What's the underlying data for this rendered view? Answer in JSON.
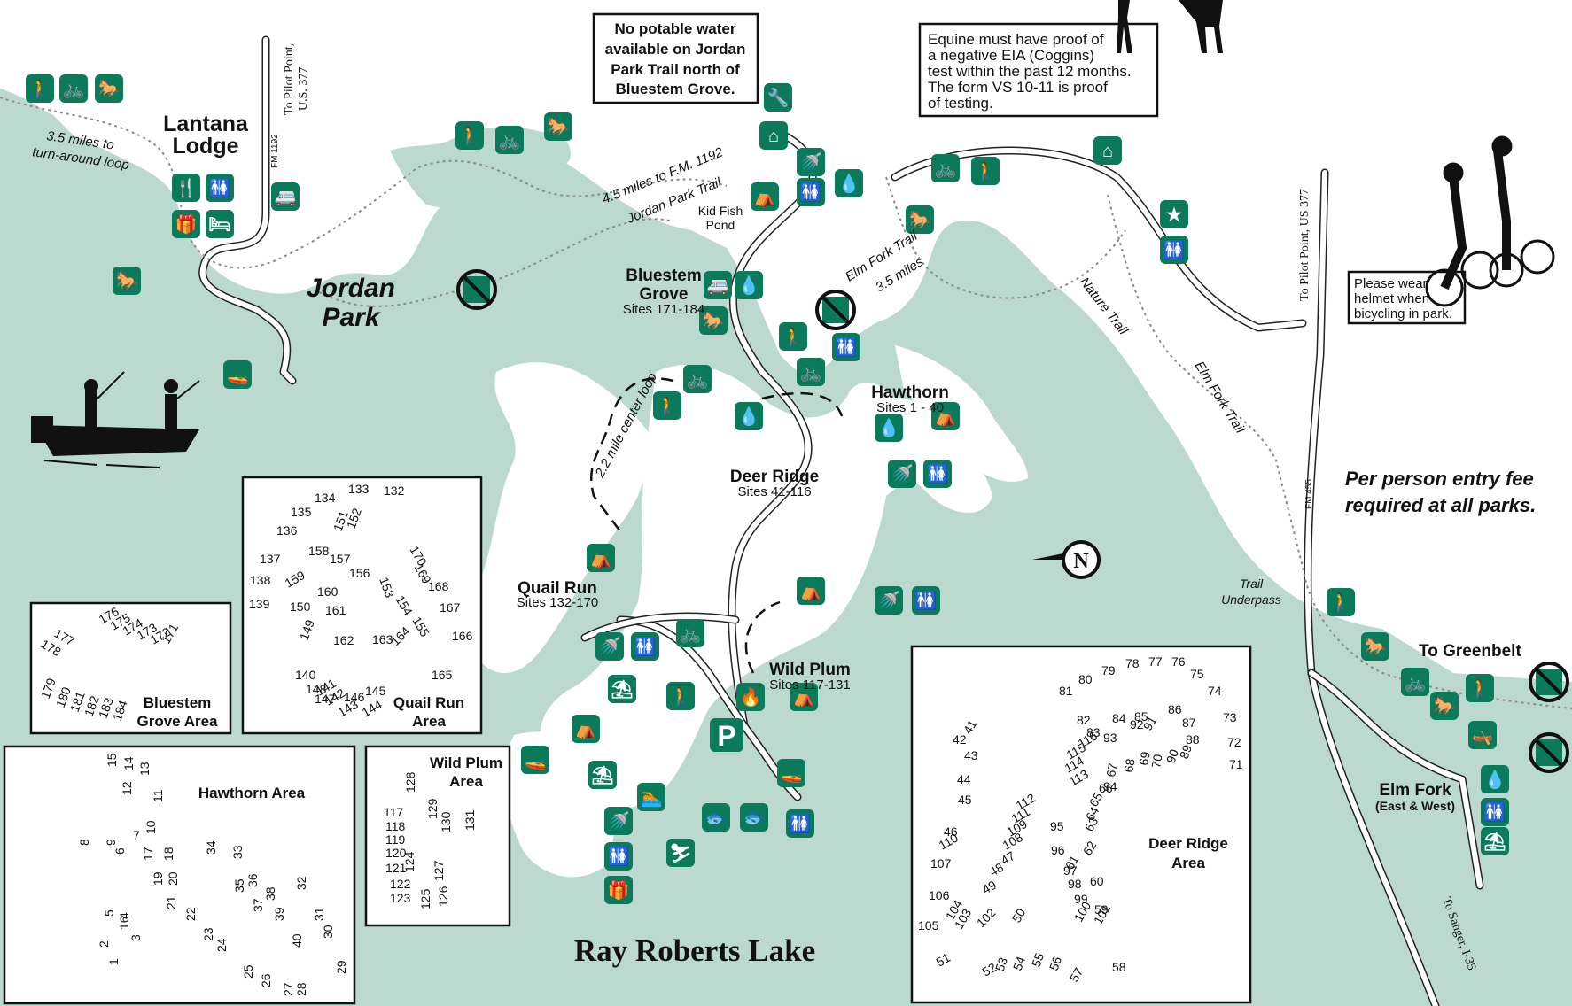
{
  "map": {
    "lake_name": "Ray Roberts Lake",
    "park_name_1": "Jordan",
    "park_name_2": "Park",
    "water_color": "#bcd9cf",
    "icon_color": "#0a7a5a"
  },
  "notes": {
    "water_1": "No potable water",
    "water_2": "available on Jordan",
    "water_3": "Park Trail north of",
    "water_4": "Bluestem Grove.",
    "equine_1": "Equine must have proof of",
    "equine_2": "a negative EIA (Coggins)",
    "equine_3": "test within the past 12 months.",
    "equine_4": "The form VS 10-11 is proof",
    "equine_5": "of testing.",
    "helmet_1": "Please wear",
    "helmet_2": "helmet when",
    "helmet_3": "bicycling in park.",
    "fee_1": "Per person entry fee",
    "fee_2": "required at all parks."
  },
  "places": {
    "lantana_1": "Lantana",
    "lantana_2": "Lodge",
    "bluestem_1": "Bluestem",
    "bluestem_2": "Grove",
    "bluestem_sites": "Sites 171-184",
    "hawthorn": "Hawthorn",
    "hawthorn_sites": "Sites 1 - 40",
    "deer_ridge": "Deer Ridge",
    "deer_ridge_sites": "Sites 41-116",
    "quail_run": "Quail Run",
    "quail_run_sites": "Sites 132-170",
    "wild_plum": "Wild Plum",
    "wild_plum_sites": "Sites 117-131",
    "elm_fork": "Elm Fork",
    "elm_fork_sub": "(East & West)",
    "to_greenbelt": "To Greenbelt",
    "kid_fish_1": "Kid Fish",
    "kid_fish_2": "Pond",
    "trail_underpass_1": "Trail",
    "trail_underpass_2": "Underpass"
  },
  "roads": {
    "fm1192": "FM 1192",
    "fm455": "FM 455",
    "to_pilot_point_1": "To Pilot Point,",
    "to_pilot_point_2": "U.S. 377",
    "to_pilot_point_us377": "To Pilot Point, US 377",
    "to_sanger": "To Sanger, I-35"
  },
  "trails": {
    "loop_1": "3.5 miles to",
    "loop_2": "turn-around loop",
    "fm1192_dist": "4.5 miles to F.M. 1192",
    "jordan_park_trail": "Jordan Park Trail",
    "elm_fork_trail_1": "Elm Fork Trail",
    "elm_fork_trail_2": "3.5 miles",
    "nature_trail": "Nature Trail",
    "elm_fork_trail": "Elm Fork Trail",
    "center_loop": "2.2 mile center loop"
  },
  "compass": {
    "north": "N"
  },
  "insets": {
    "bluestem_1": "Bluestem",
    "bluestem_2": "Grove Area",
    "bluestem_sites": [
      "177",
      "178",
      "176",
      "175",
      "174",
      "173",
      "172",
      "171",
      "179",
      "180",
      "181",
      "182",
      "183",
      "184"
    ],
    "quail_1": "Quail Run",
    "quail_2": "Area",
    "quail_sites": [
      "133",
      "132",
      "134",
      "135",
      "136",
      "152",
      "151",
      "158",
      "157",
      "170",
      "169",
      "168",
      "167",
      "166",
      "165",
      "137",
      "138",
      "139",
      "159",
      "150",
      "160",
      "156",
      "153",
      "154",
      "155",
      "161",
      "149",
      "162",
      "163",
      "164",
      "140",
      "148",
      "147",
      "146",
      "145",
      "141",
      "142",
      "143",
      "144"
    ],
    "hawthorn_title": "Hawthorn Area",
    "hawthorn_sites": [
      "15",
      "14",
      "13",
      "12",
      "11",
      "10",
      "9",
      "8",
      "7",
      "6",
      "17",
      "18",
      "19",
      "20",
      "21",
      "5",
      "4",
      "16",
      "3",
      "2",
      "1",
      "34",
      "33",
      "35",
      "36",
      "37",
      "38",
      "32",
      "39",
      "31",
      "22",
      "23",
      "24",
      "40",
      "30",
      "25",
      "26",
      "27",
      "28",
      "29"
    ],
    "wild_1": "Wild Plum",
    "wild_2": "Area",
    "wild_sites": [
      "128",
      "117",
      "118",
      "119",
      "129",
      "130",
      "120",
      "121",
      "124",
      "131",
      "122",
      "127",
      "123",
      "125",
      "126"
    ],
    "deer_1": "Deer Ridge",
    "deer_2": "Area",
    "deer_sites": [
      "81",
      "80",
      "79",
      "78",
      "77",
      "76",
      "75",
      "74",
      "73",
      "72",
      "71",
      "86",
      "87",
      "88",
      "89",
      "90",
      "91",
      "92",
      "93",
      "82",
      "83",
      "84",
      "85",
      "116",
      "42",
      "41",
      "115",
      "114",
      "113",
      "43",
      "44",
      "45",
      "112",
      "111",
      "46",
      "110",
      "109",
      "108",
      "47",
      "107",
      "48",
      "106",
      "49",
      "105",
      "104",
      "103",
      "102",
      "50",
      "51",
      "52",
      "53",
      "54",
      "55",
      "56",
      "57",
      "58",
      "94",
      "66",
      "67",
      "68",
      "69",
      "70",
      "65",
      "64",
      "63",
      "95",
      "96",
      "62",
      "97",
      "61",
      "98",
      "60",
      "99",
      "59",
      "100",
      "101"
    ]
  }
}
